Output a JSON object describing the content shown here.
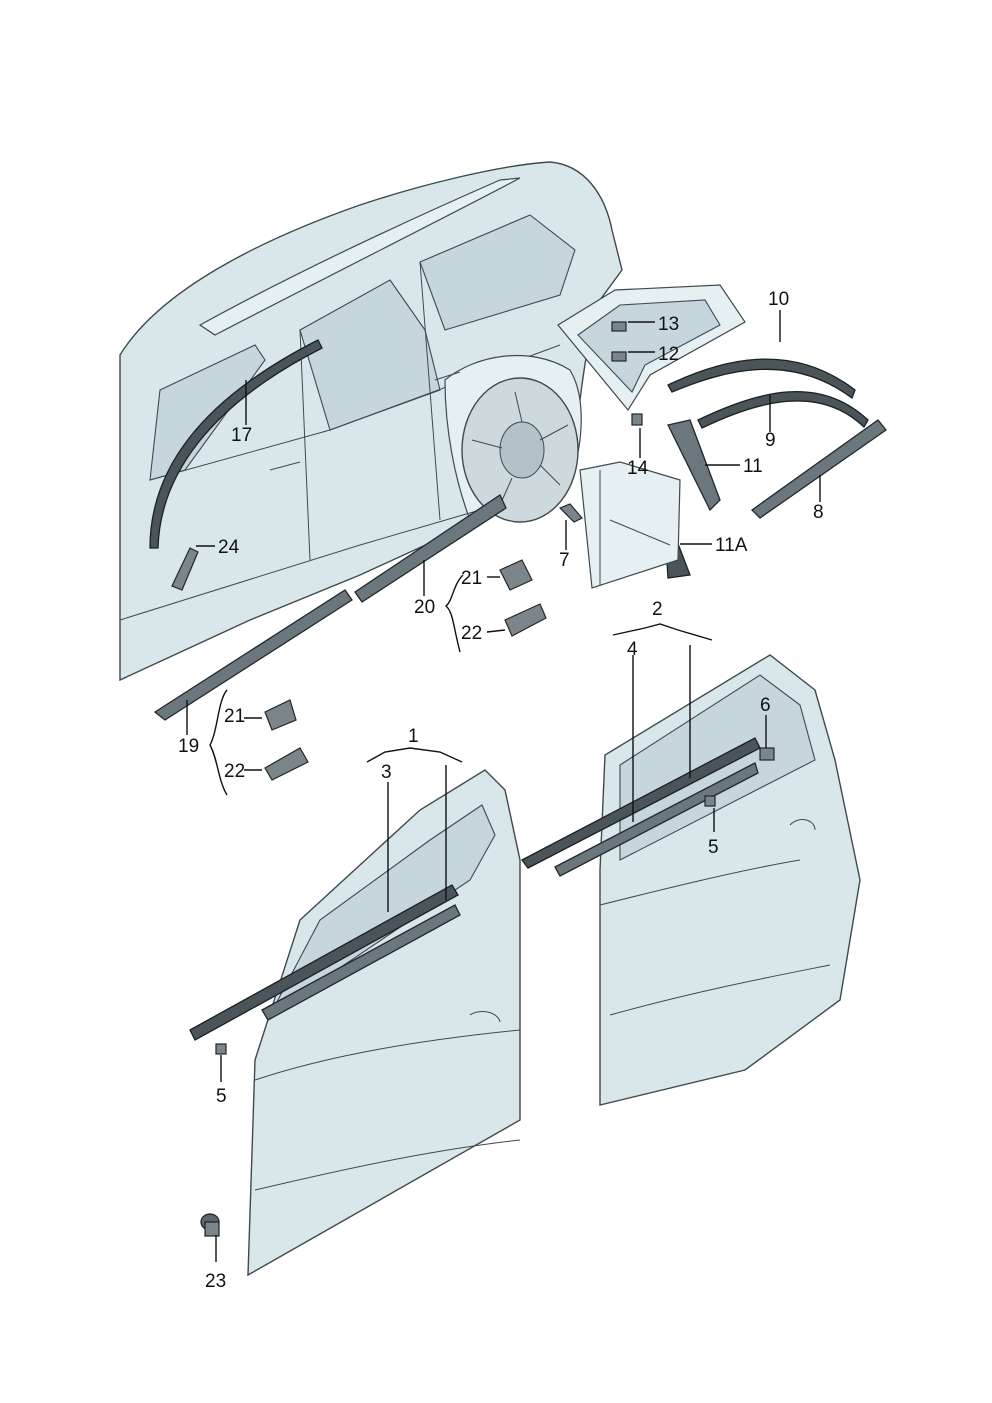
{
  "callouts": {
    "c1": "1",
    "c2": "2",
    "c3": "3",
    "c4": "4",
    "c5a": "5",
    "c5b": "5",
    "c6": "6",
    "c7": "7",
    "c8": "8",
    "c9": "9",
    "c10": "10",
    "c11": "11",
    "c11a": "11A",
    "c12": "12",
    "c13": "13",
    "c14": "14",
    "c17": "17",
    "c19": "19",
    "c20": "20",
    "c21a": "21",
    "c21b": "21",
    "c22a": "22",
    "c22b": "22",
    "c23": "23",
    "c24": "24"
  },
  "colors": {
    "body": "#d9e6ea",
    "glass": "#c6d6dc",
    "trim": "#6b777c",
    "outline": "#3e4a50"
  }
}
